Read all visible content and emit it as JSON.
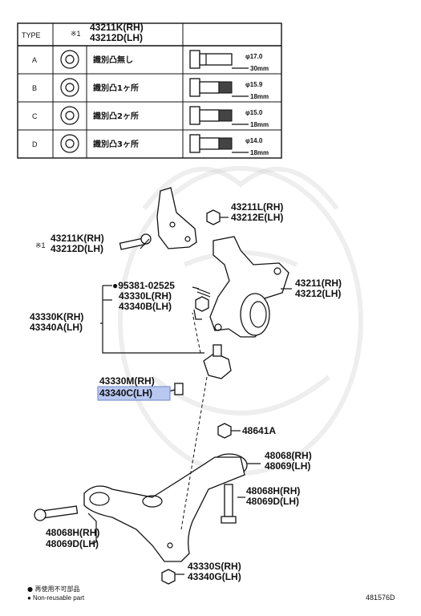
{
  "table": {
    "header": {
      "type": "TYPE",
      "mark": "※1",
      "part_rh": "43211K(RH)",
      "part_lh": "43212D(LH)"
    },
    "rows": [
      {
        "type": "A",
        "desc": "識別凸無し",
        "dia": "φ17.0",
        "len": "30mm"
      },
      {
        "type": "B",
        "desc": "識別凸1ヶ所",
        "dia": "φ15.9",
        "len": "18mm"
      },
      {
        "type": "C",
        "desc": "識別凸2ヶ所",
        "dia": "φ15.0",
        "len": "18mm"
      },
      {
        "type": "D",
        "desc": "識別凸3ヶ所",
        "dia": "φ14.0",
        "len": "18mm"
      }
    ]
  },
  "labels": {
    "p43211L": "43211L(RH)",
    "p43212E": "43212E(LH)",
    "mark1": "※1",
    "p43211K": "43211K(RH)",
    "p43212D": "43212D(LH)",
    "p95381": "●95381-02525",
    "p43330L": "43330L(RH)",
    "p43340B": "43340B(LH)",
    "p43330K": "43330K(RH)",
    "p43340A": "43340A(LH)",
    "p43211": "43211(RH)",
    "p43212": "43212(LH)",
    "p43330M": "43330M(RH)",
    "p43340C": "43340C(LH)",
    "p48641A": "48641A",
    "p48068": "48068(RH)",
    "p48069": "48069(LH)",
    "p48068H_r": "48068H(RH)",
    "p48069D_r": "48069D(LH)",
    "p48068H_l": "48068H(RH)",
    "p48069D_l": "48069D(LH)",
    "p43330S": "43330S(RH)",
    "p43340G": "43340G(LH)"
  },
  "legend": {
    "line1": "● 再使用不可部品",
    "line2": "● Non-reusable part"
  },
  "diagram_id": "481576D",
  "colors": {
    "highlight": "#b9c8f0",
    "line": "#111111"
  }
}
